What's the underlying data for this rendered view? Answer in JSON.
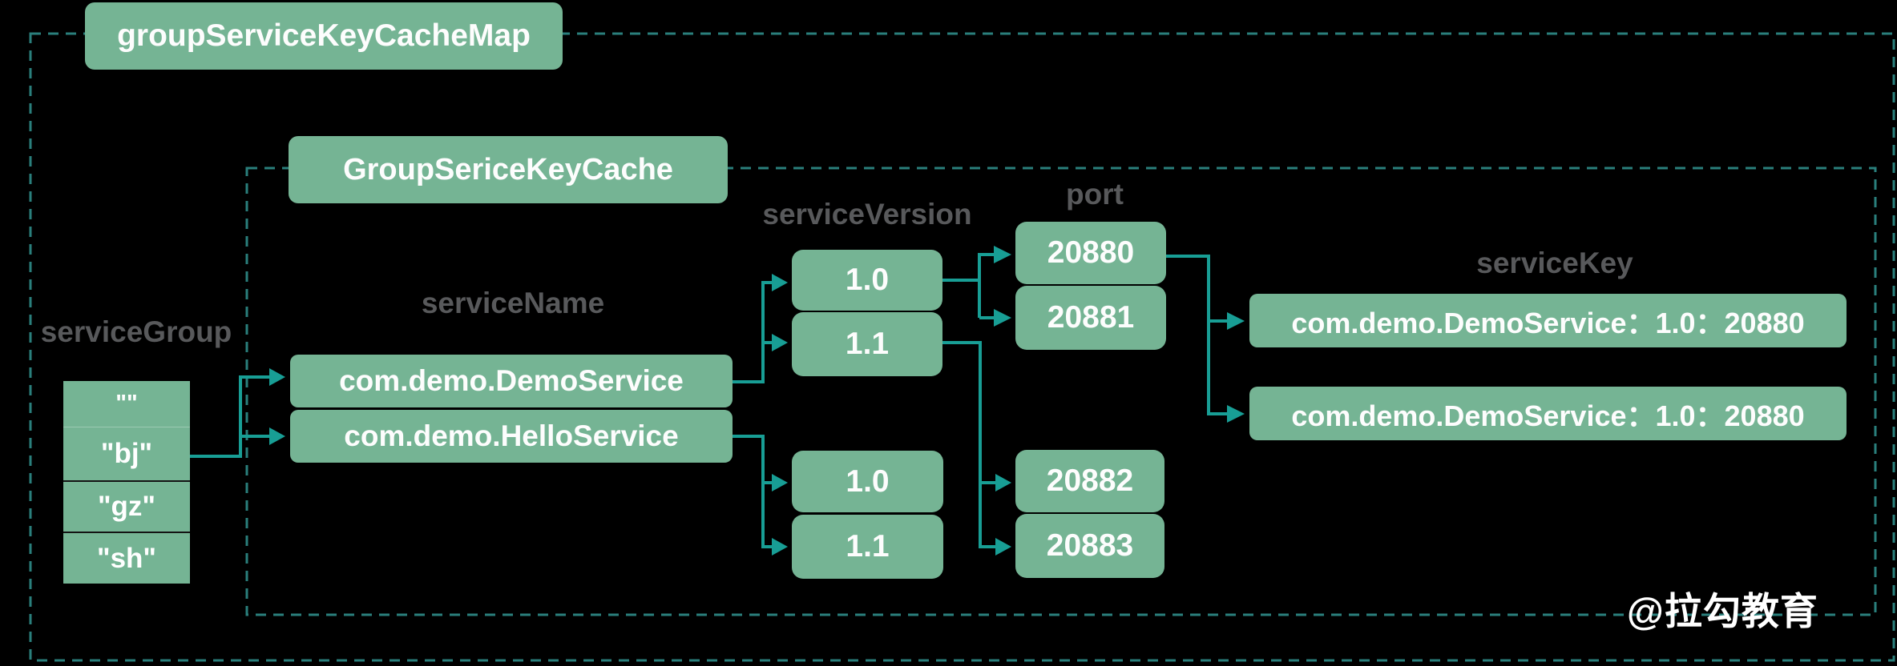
{
  "colors": {
    "background": "#000000",
    "box_green": "#75b494",
    "connector_teal": "#189e95",
    "dashed_border_teal": "#2a7f7c",
    "label_gray": "#58595b",
    "text_white": "#ffffff"
  },
  "outer_map": {
    "title": "groupServiceKeyCacheMap"
  },
  "inner_cache": {
    "title": "GroupSericeKeyCache"
  },
  "service_group": {
    "label": "serviceGroup",
    "items": [
      "\"\"",
      "\"bj\"",
      "\"gz\"",
      "\"sh\""
    ]
  },
  "service_name": {
    "label": "serviceName",
    "items": [
      "com.demo.DemoService",
      "com.demo.HelloService"
    ]
  },
  "service_version": {
    "label": "serviceVersion",
    "top_items": [
      "1.0",
      "1.1"
    ],
    "bottom_items": [
      "1.0",
      "1.1"
    ]
  },
  "port": {
    "label": "port",
    "top_items": [
      "20880",
      "20881"
    ],
    "bottom_items": [
      "20882",
      "20883"
    ]
  },
  "service_key": {
    "label": "serviceKey",
    "items": [
      "com.demo.DemoService：1.0：20880",
      "com.demo.DemoService：1.0：20880"
    ]
  },
  "watermark": "@拉勾教育"
}
